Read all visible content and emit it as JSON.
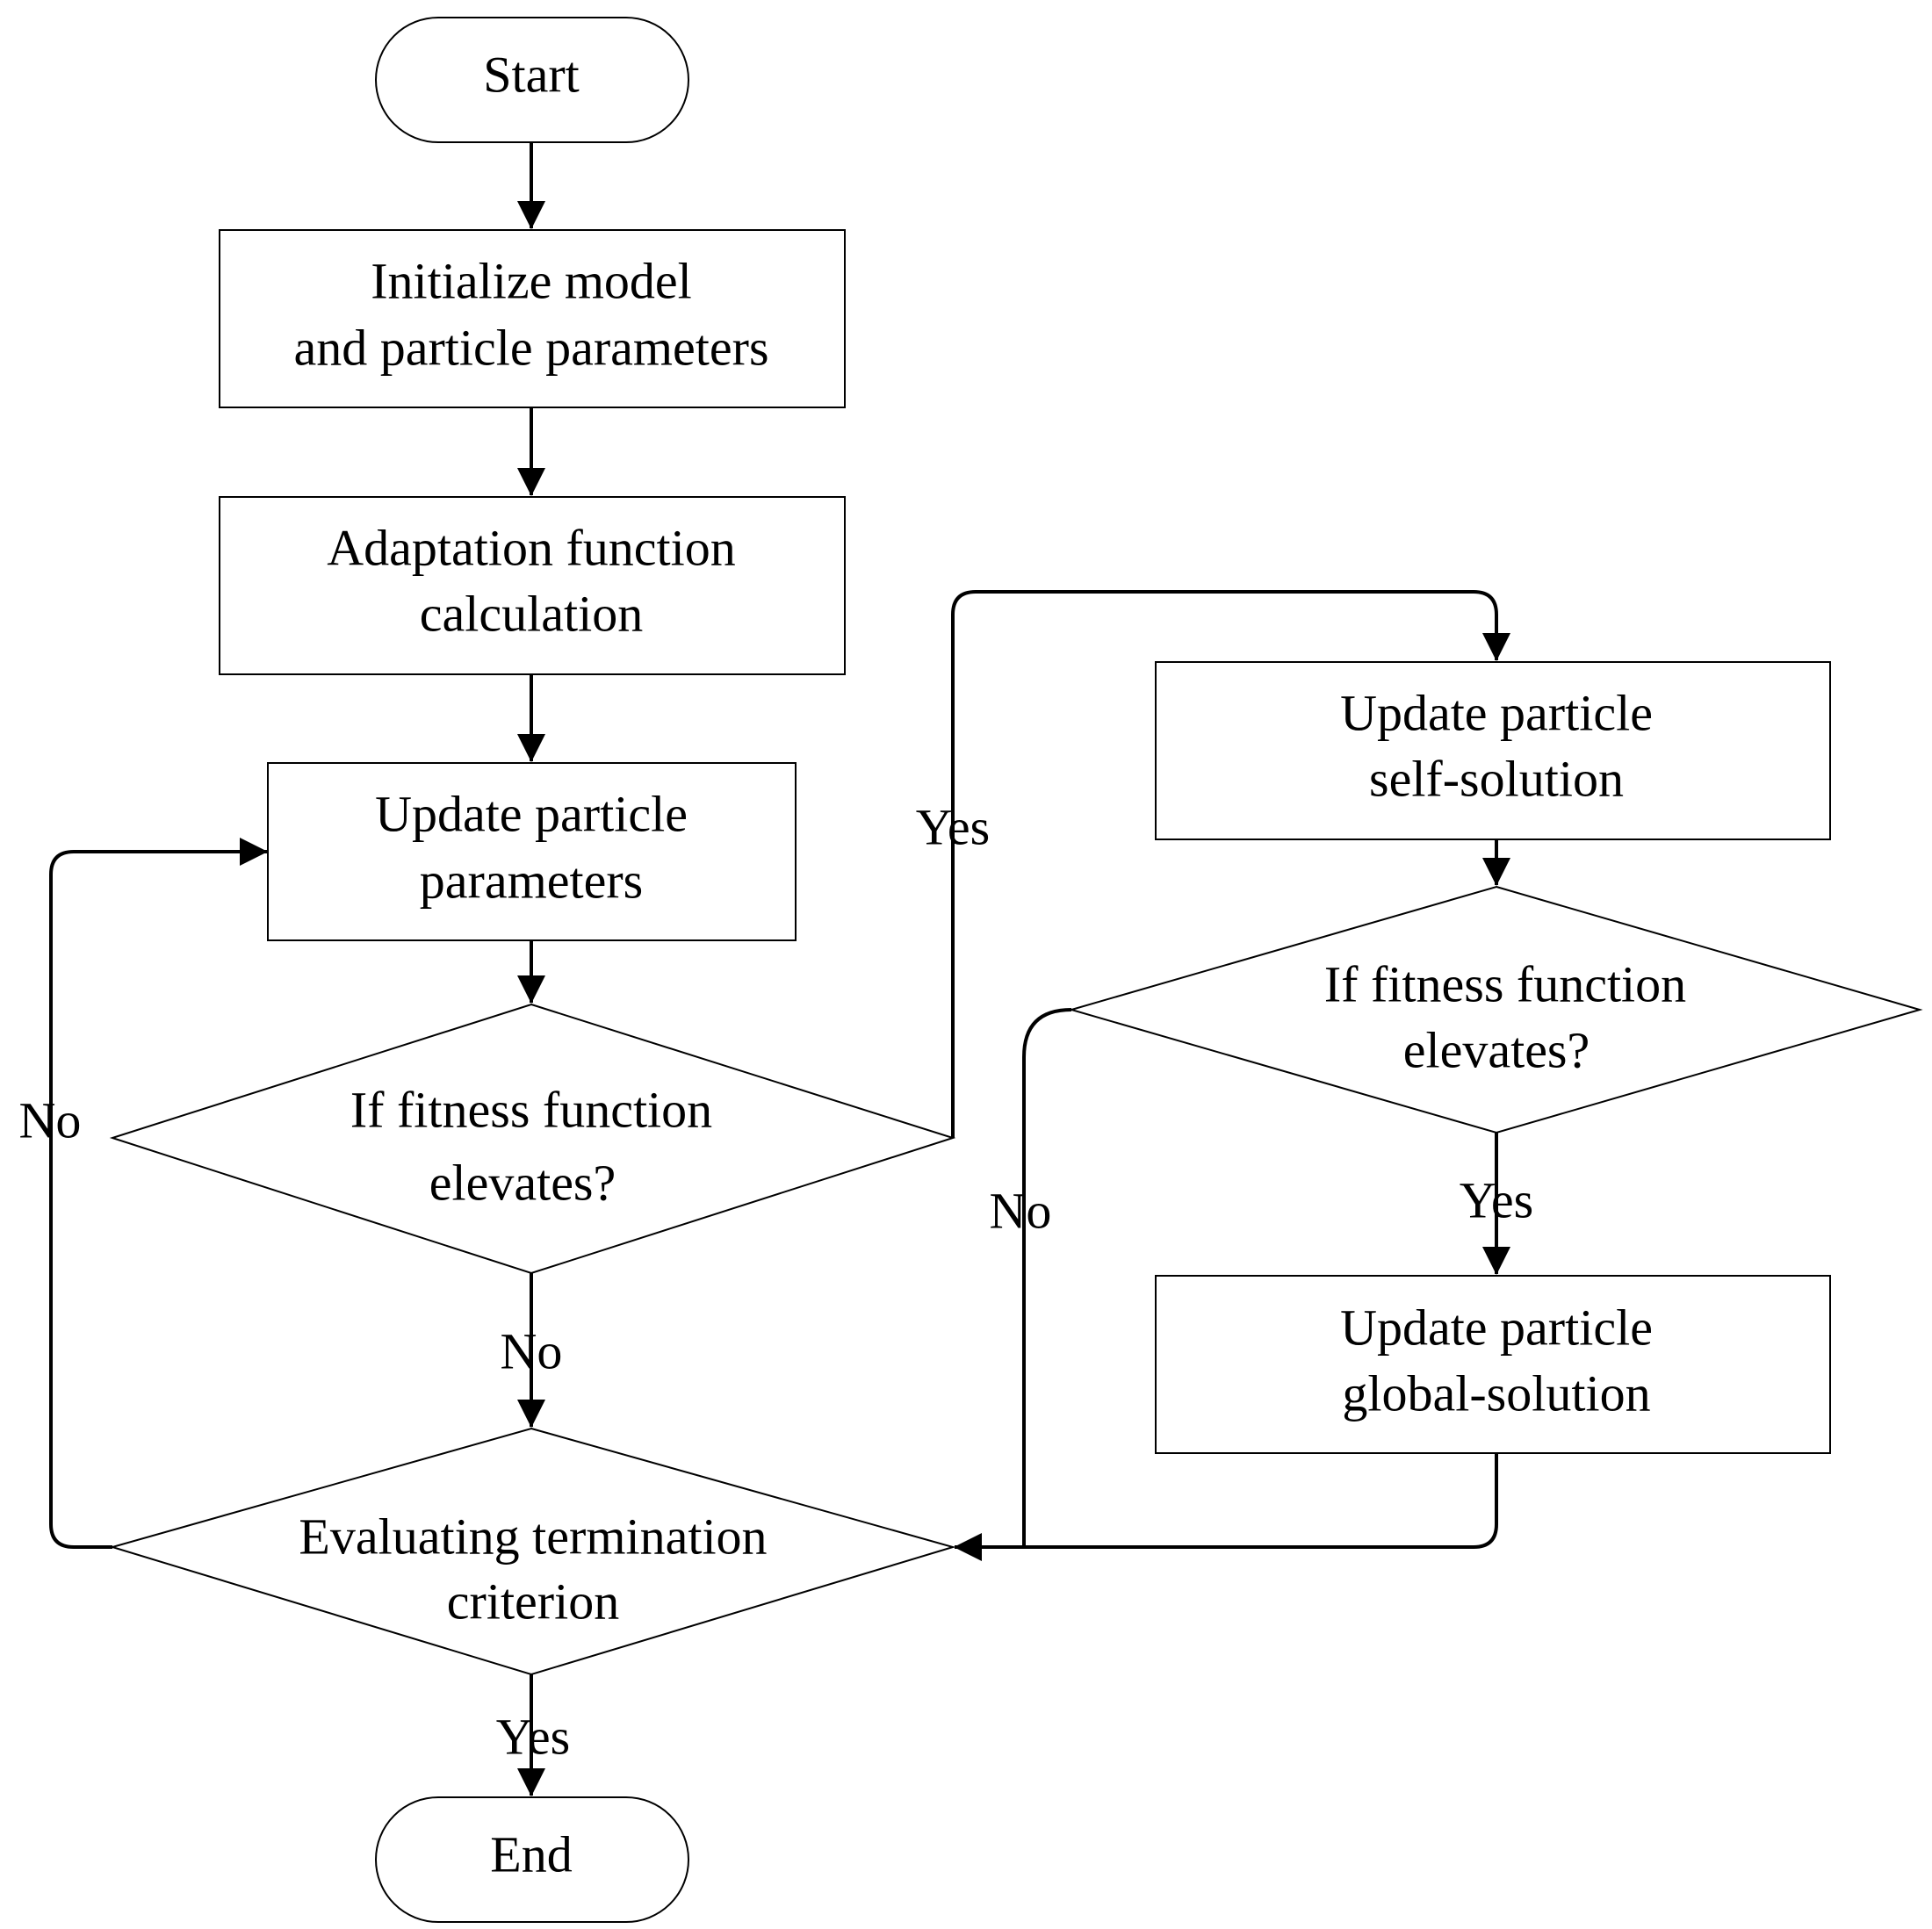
{
  "diagram": {
    "start": "Start",
    "init": [
      "Initialize model",
      "and particle parameters"
    ],
    "adaptation": [
      "Adaptation function",
      "calculation"
    ],
    "update_params": [
      "Update particle",
      "parameters"
    ],
    "decision_fitness_1": [
      "If  fitness function",
      "elevates?"
    ],
    "update_self": [
      "Update particle",
      "self-solution"
    ],
    "decision_fitness_2": [
      "If fitness function",
      "elevates?"
    ],
    "update_global": [
      "Update particle",
      "global-solution"
    ],
    "decision_termination": [
      "Evaluating termination",
      "criterion"
    ],
    "end": "End",
    "edge_labels": {
      "fitness1_yes": "Yes",
      "fitness1_no": "No",
      "termination_no": "No",
      "fitness2_no": "No",
      "fitness2_yes": "Yes",
      "termination_yes": "Yes"
    }
  }
}
